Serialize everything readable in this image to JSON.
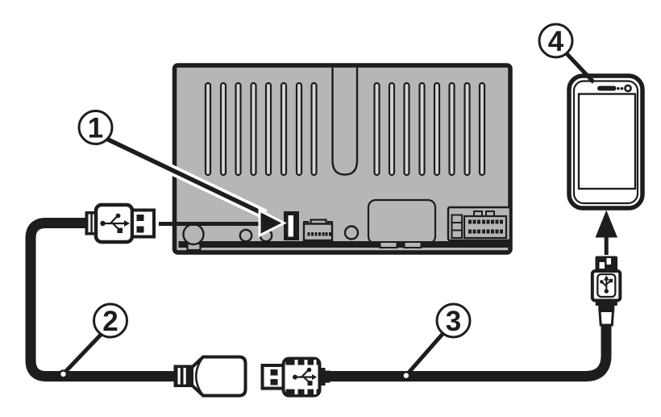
{
  "figure": {
    "callouts": [
      {
        "number": "1"
      },
      {
        "number": "2"
      },
      {
        "number": "3"
      },
      {
        "number": "4"
      }
    ]
  },
  "colors": {
    "ink": "#1d1d1b",
    "paper": "#ffffff",
    "panel": "#b5b6b5",
    "panel-light": "#d6d6d6"
  }
}
